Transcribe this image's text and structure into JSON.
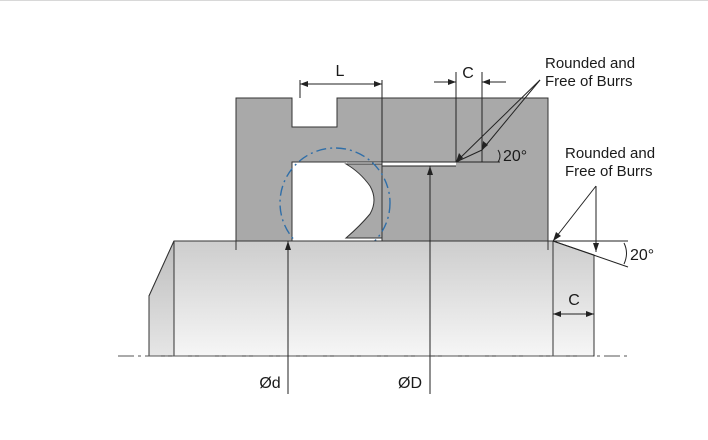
{
  "diagram": {
    "top_callout": {
      "line1": "Rounded and",
      "line2": "Free of Burrs"
    },
    "right_callout": {
      "line1": "Rounded and",
      "line2": "Free of Burrs"
    },
    "dim_L": "L",
    "dim_C_top": "C",
    "dim_C_bottom": "C",
    "angle_groove": "20°",
    "angle_rod": "20°",
    "label_d": "Ød",
    "label_D": "ØD"
  },
  "colors": {
    "housing_fill": "#a8a8a8",
    "rod_fill_top": "#cfcfcf",
    "rod_fill_bottom": "#f5f5f5",
    "seal_circle": "#2f6ea8",
    "line": "#222222"
  }
}
